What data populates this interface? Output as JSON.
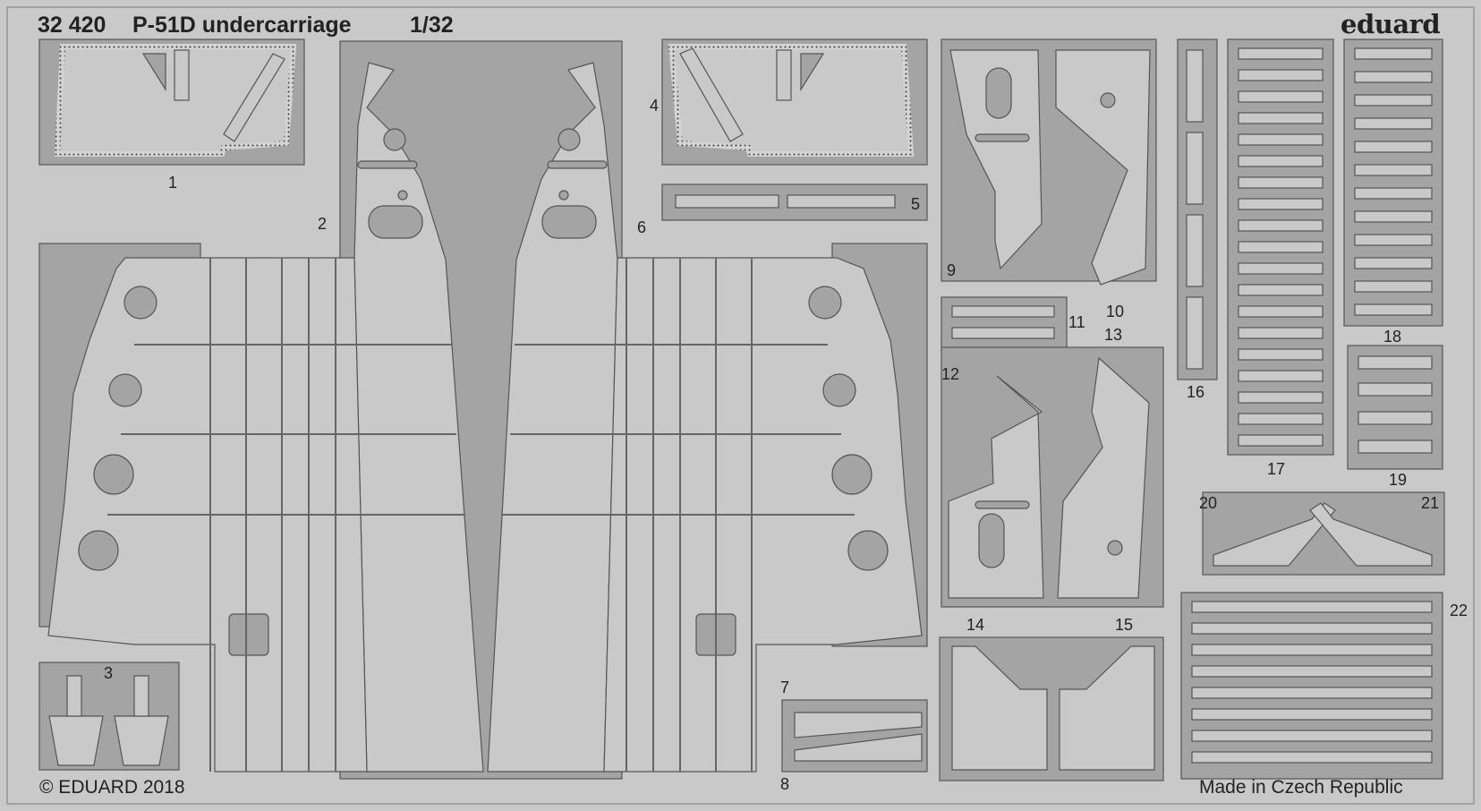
{
  "header": {
    "code": "32 420",
    "name": "P-51D undercarriage",
    "scale": "1/32",
    "brand": "eduard"
  },
  "footer": {
    "copyright": "© EDUARD 2018",
    "made_in": "Made in Czech Republic"
  },
  "part_numbers": {
    "p1": "1",
    "p2": "2",
    "p3": "3",
    "p4": "4",
    "p5": "5",
    "p6": "6",
    "p7": "7",
    "p8": "8",
    "p9": "9",
    "p10": "10",
    "p11": "11",
    "p12": "12",
    "p13": "13",
    "p14": "14",
    "p15": "15",
    "p16": "16",
    "p17": "17",
    "p18": "18",
    "p19": "19",
    "p20": "20",
    "p21": "21",
    "p22": "22"
  },
  "colors": {
    "fret": "#c9c9c9",
    "etched": "#a4a4a4",
    "outline": "#555555",
    "rivet": "#3a3a3a",
    "text": "#222222"
  }
}
